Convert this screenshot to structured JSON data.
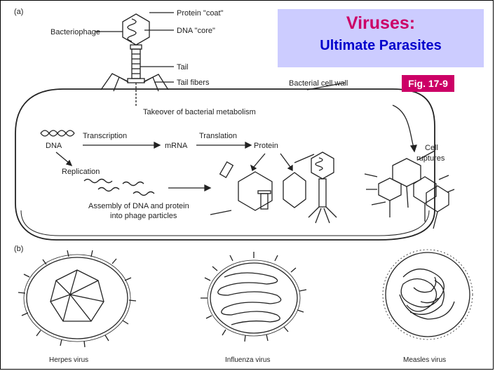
{
  "title": {
    "main": "Viruses:",
    "sub": "Ultimate Parasites"
  },
  "figure_badge": "Fig. 17-9",
  "panel_a": {
    "panel_label": "(a)",
    "bacteriophage": "Bacteriophage",
    "protein_coat": "Protein \"coat\"",
    "dna_core": "DNA \"core\"",
    "tail": "Tail",
    "tail_fibers": "Tail fibers",
    "bacterial_cell_wall": "Bacterial cell wall",
    "takeover": "Takeover of bacterial metabolism",
    "dna": "DNA",
    "transcription": "Transcription",
    "mrna": "mRNA",
    "translation": "Translation",
    "protein": "Protein",
    "replication": "Replication",
    "assembly_line1": "Assembly of DNA and protein",
    "assembly_line2": "into phage particles",
    "cell_line1": "Cell",
    "cell_line2": "ruptures"
  },
  "panel_b": {
    "panel_label": "(b)",
    "herpes": "Herpes virus",
    "influenza": "Influenza virus",
    "measles": "Measles virus"
  }
}
